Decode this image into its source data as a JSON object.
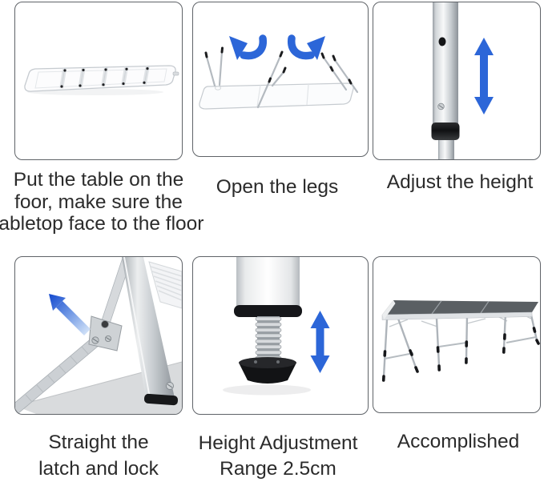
{
  "colors": {
    "background": "#ffffff",
    "panel_border": "#5f6368",
    "caption_text": "#2b2b2b",
    "arrow_blue": "#2c66d8",
    "gradient_arrow_start": "#cfe0f7",
    "gradient_arrow_end": "#1a4fd0",
    "tabletop_dark": "#5a5f63",
    "aluminum_silver": "#d7dadd"
  },
  "steps": [
    {
      "index": 1,
      "caption": "Put the table on the\nfoor, make sure the\ntabletop face to the floor",
      "illustration": "folded-table-face-down"
    },
    {
      "index": 2,
      "caption": "Open the legs",
      "illustration": "table-with-legs-opening",
      "arrow": "two-curved-arrows"
    },
    {
      "index": 3,
      "caption": "Adjust the height",
      "illustration": "telescoping-leg-pole",
      "arrow": "vertical-double-arrow"
    },
    {
      "index": 4,
      "caption": "Straight the\nlatch and lock",
      "illustration": "leg-latch-close-up",
      "arrow": "diagonal-gradient-arrow"
    },
    {
      "index": 5,
      "caption": "Height Adjustment\nRange 2.5cm",
      "illustration": "adjustable-foot-screw",
      "arrow": "vertical-double-arrow"
    },
    {
      "index": 6,
      "caption": "Accomplished",
      "illustration": "assembled-folding-table"
    }
  ]
}
